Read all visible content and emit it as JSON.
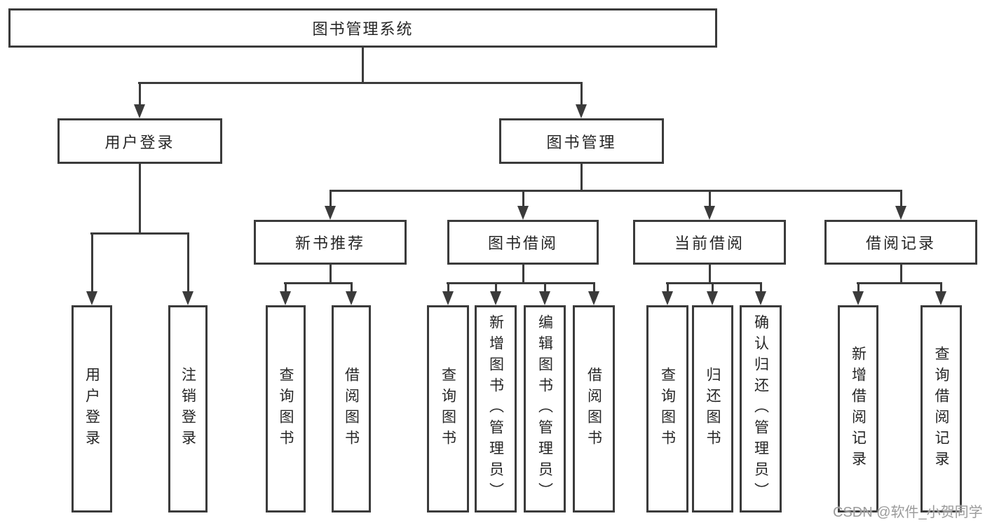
{
  "diagram": {
    "root": "图书管理系统",
    "level2": {
      "user_login": "用户登录",
      "book_management": "图书管理"
    },
    "level3": {
      "new_book_recommend": "新书推荐",
      "book_borrow": "图书借阅",
      "current_borrow": "当前借阅",
      "borrow_records": "借阅记录"
    },
    "leaves": {
      "user_login": [
        "用户登录",
        "注销登录"
      ],
      "new_book_recommend": [
        "查询图书",
        "借阅图书"
      ],
      "book_borrow": [
        "查询图书",
        "新增图书（管理员）",
        "编辑图书（管理员）",
        "借阅图书"
      ],
      "current_borrow": [
        "查询图书",
        "归还图书",
        "确认归还（管理员）"
      ],
      "borrow_records": [
        "新增借阅记录",
        "查询借阅记录"
      ]
    }
  },
  "watermark": "CSDN @软件_小贺同学",
  "colors": {
    "line": "#3b3b3b",
    "text": "#262626",
    "watermark": "#9b9b9b",
    "background": "#ffffff"
  }
}
